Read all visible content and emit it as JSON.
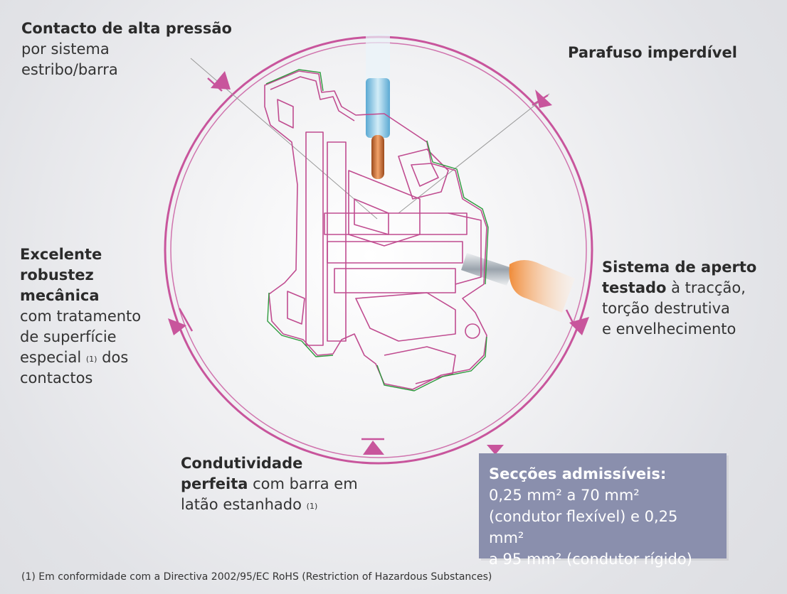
{
  "labels": {
    "contact": {
      "title": "Contacto de alta pressão",
      "line1": "por sistema",
      "line2": "estribo/barra"
    },
    "screw": {
      "title": "Parafuso imperdível"
    },
    "robustness": {
      "title1": "Excelente",
      "title2": "robustez",
      "title3": "mecânica",
      "line1": "com tratamento",
      "line2": "de superfície",
      "line3a": "especial",
      "footnote_ref": "(1)",
      "line3b": "dos",
      "line4": "contactos"
    },
    "clamp": {
      "title1": "Sistema de aperto",
      "title2": "testado",
      "line1": "à tracção,",
      "line2": "torção destrutiva",
      "line3": "e envelhecimento"
    },
    "conductivity": {
      "title1": "Condutividade",
      "title2": "perfeita",
      "line1": "com barra em",
      "line2": "latão estanhado",
      "footnote_ref": "(1)"
    }
  },
  "info_box": {
    "title": "Secções admissíveis:",
    "body": "0,25 mm² a 70 mm²\n(condutor flexível) e 0,25 mm²\na 95 mm² (condutor rígido)"
  },
  "footnote": "(1) Em conformidade com a Directiva 2002/95/EC RoHS (Restriction of Hazardous Substances)",
  "colors": {
    "accent": "#c8559c",
    "box": "#8a8fad",
    "outline": "#c04c90",
    "green": "#2e9a3e"
  }
}
